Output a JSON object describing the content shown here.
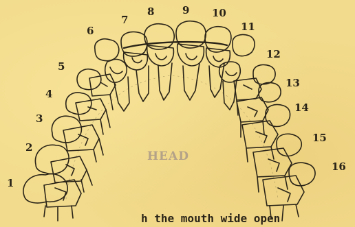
{
  "figure": {
    "center_label": "HEAD",
    "caption_fragment": "h the mouth wide open"
  },
  "tooth_numbers": [
    "1",
    "2",
    "3",
    "4",
    "5",
    "6",
    "7",
    "8",
    "9",
    "10",
    "11",
    "12",
    "13",
    "14",
    "15",
    "16"
  ],
  "colors": {
    "paper": "#f2db8c",
    "ink": "#2a2418",
    "faded_label": "#b4a288"
  }
}
